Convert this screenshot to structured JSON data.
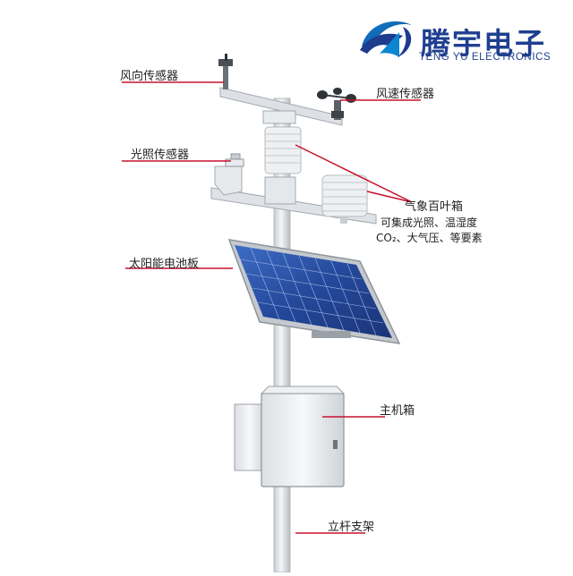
{
  "brand": {
    "name_zh": "腾宇电子",
    "name_en": "TENG YU ELECTRONICS",
    "logo_icon": "tengyu-logo-icon",
    "color": "#1f3f8f"
  },
  "labels": {
    "wind_direction": "风向传感器",
    "wind_speed": "风速传感器",
    "light": "光照传感器",
    "louver_box": "气象百叶箱",
    "louver_desc_1": "可集成光照、温湿度",
    "louver_desc_2": "CO₂、大气压、等要素",
    "solar_panel": "太阳能电池板",
    "main_box": "主机箱",
    "pole": "立杆支架"
  },
  "colors": {
    "leader_line": "#c8102e",
    "pole": "#e6e9ec",
    "panel": "#2a4f9e"
  }
}
